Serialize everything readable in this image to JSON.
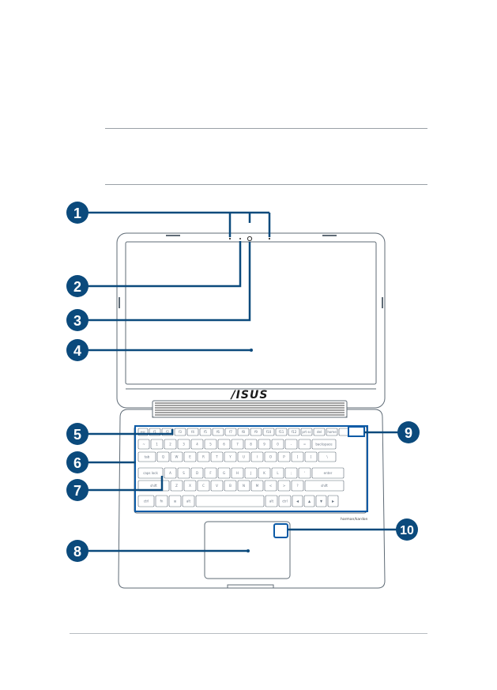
{
  "colors": {
    "callout": "#0b4a7c",
    "outline": "#5f6b76",
    "highlight": "#0b5aa6",
    "rule": "#9aa0a6",
    "page": "#ffffff"
  },
  "diagram": {
    "brand_logo": "/ISUS",
    "trademark_text": "harman/kardon",
    "callouts": [
      {
        "number": "1"
      },
      {
        "number": "2"
      },
      {
        "number": "3"
      },
      {
        "number": "4"
      },
      {
        "number": "5"
      },
      {
        "number": "6"
      },
      {
        "number": "7"
      },
      {
        "number": "8"
      },
      {
        "number": "9"
      },
      {
        "number": "10"
      }
    ],
    "key_labels": {
      "row0": [
        "esc",
        "f1",
        "f2",
        "f3",
        "f4",
        "f5",
        "f6",
        "f7",
        "f8",
        "f9",
        "f10",
        "f11",
        "f12",
        "prt sc",
        "del",
        "home",
        ""
      ],
      "row1": [
        "~",
        "1",
        "2",
        "3",
        "4",
        "5",
        "6",
        "7",
        "8",
        "9",
        "0",
        "-",
        "=",
        "backspace"
      ],
      "row2": [
        "tab",
        "Q",
        "W",
        "E",
        "R",
        "T",
        "Y",
        "U",
        "I",
        "O",
        "P",
        "[",
        "]",
        "\\"
      ],
      "row3": [
        "caps lock",
        "A",
        "S",
        "D",
        "F",
        "G",
        "H",
        "J",
        "K",
        "L",
        ";",
        "'",
        "enter"
      ],
      "row4": [
        "shift",
        "Z",
        "X",
        "C",
        "V",
        "B",
        "N",
        "M",
        "<",
        ">",
        "?",
        "shift"
      ],
      "row5": [
        "ctrl",
        "fn",
        "⊞",
        "alt",
        "",
        "alt",
        "ctrl",
        "◀",
        "▲",
        "▼",
        "▶"
      ]
    }
  }
}
